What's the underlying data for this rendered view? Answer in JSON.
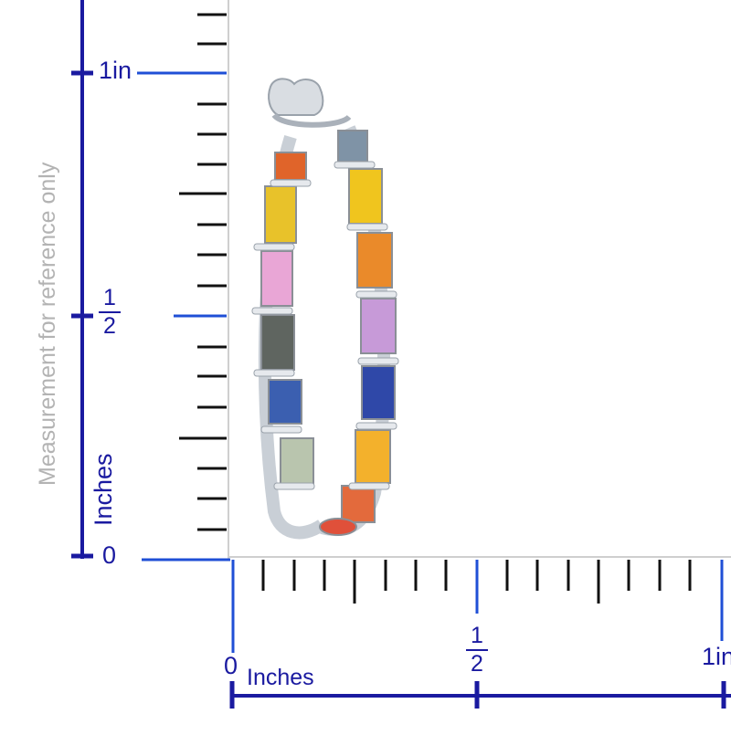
{
  "vertical_ruler": {
    "caption": "Measurement for reference only",
    "unit_label": "Inches",
    "label_zero": "0",
    "label_half_num": "1",
    "label_half_den": "2",
    "label_one": "1in"
  },
  "horizontal_ruler": {
    "unit_label": "Inches",
    "label_zero": "0",
    "label_half_num": "1",
    "label_half_den": "2",
    "label_one": "1in"
  },
  "colors": {
    "ruler_navy": "#1a1aa0",
    "ruler_blue": "#1f4fd6",
    "tick_black": "#111111",
    "caption_gray": "#b3b3b3",
    "metal": "#d9dde2"
  },
  "earring": {
    "left_stones": [
      "#e0642a",
      "#e8c22a",
      "#e9a6d6",
      "#5f6560",
      "#3b5fb0",
      "#b9c5ae"
    ],
    "right_stones": [
      "#7f93a6",
      "#f0c51e",
      "#ea8a2a",
      "#c79ad8",
      "#2f48a8",
      "#f3b12c",
      "#e36a3c"
    ]
  }
}
